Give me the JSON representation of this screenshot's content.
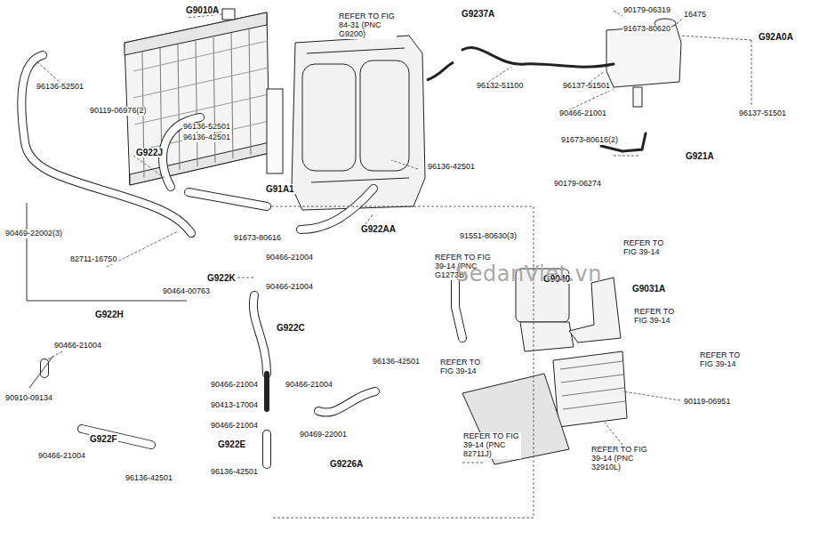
{
  "diagram": {
    "labels": [
      "G9010A",
      "REFER TO FIG 84-31 (PNC G9200)",
      "G9237A",
      "90179-06319",
      "16475",
      "91673-80620",
      "G92A0A",
      "96136-52501",
      "96132-51100",
      "96137-51501",
      "96137-51501",
      "90119-06976(2)",
      "90466-21001",
      "96136-52501",
      "96136-42501",
      "G922J",
      "91673-80616(2)",
      "96136-42501",
      "G921A",
      "G91A1",
      "90179-06274",
      "G922AA",
      "91551-80630(3)",
      "90469-22002(3)",
      "91673-80616",
      "REFER TO FIG 39-14",
      "REFER TO FIG 39-14 (PNC G1273B)",
      "82711-16750",
      "90466-21004",
      "G9040",
      "G922K",
      "90466-21004",
      "G9031A",
      "90464-00763",
      "G922H",
      "REFER TO FIG 39-14",
      "G922C",
      "REFER TO FIG 39-14",
      "90466-21004",
      "90910-09134",
      "REFER TO FIG 39-14",
      "96136-42501",
      "90466-21004",
      "90466-21004",
      "90413-17004",
      "90466-21004",
      "90119-06951",
      "G922E",
      "90469-22001",
      "G922F",
      "90466-21004",
      "96136-42501",
      "96136-42501",
      "G9226A",
      "REFER TO FIG 39-14 (PNC 82711J)",
      "REFER TO FIG 39-14 (PNC 32910L)",
      "SedanViet.vn"
    ]
  }
}
